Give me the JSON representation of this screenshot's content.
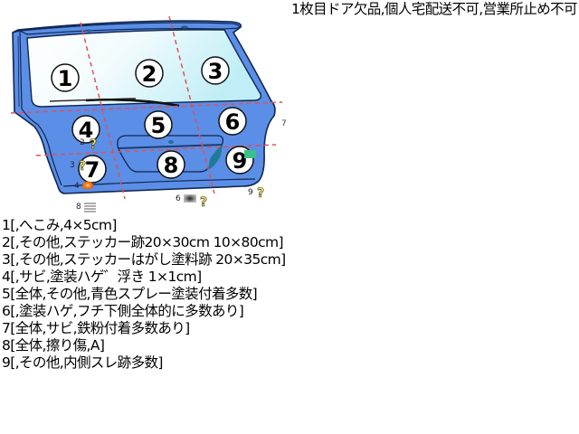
{
  "note": {
    "text": "1枚目ドア欠品,個人宅配送不可,営業所止め不可"
  },
  "diagram": {
    "panel_color": "#5b8ee6",
    "outline_color": "#10264f",
    "glass_color_left": "#ffffff",
    "glass_color_right": "#c9f1f7",
    "grid_line_color": "#e0505a",
    "zones": [
      {
        "number": "①",
        "label": "1"
      },
      {
        "number": "②",
        "label": "2"
      },
      {
        "number": "③",
        "label": "3"
      },
      {
        "number": "④",
        "label": "4"
      },
      {
        "number": "⑤",
        "label": "5"
      },
      {
        "number": "⑥",
        "label": "6"
      },
      {
        "number": "⑦",
        "label": "7"
      },
      {
        "number": "⑧",
        "label": "8"
      },
      {
        "number": "⑨",
        "label": "9"
      }
    ],
    "markers": [
      {
        "id": "2",
        "label": "2",
        "icon": "question-mark-icon"
      },
      {
        "id": "3",
        "label": "3",
        "icon": "question-mark-icon"
      },
      {
        "id": "4",
        "label": "4",
        "icon": "rust-spot-icon"
      },
      {
        "id": "6",
        "label": "6",
        "icon": "paint-chip-icon"
      },
      {
        "id": "7",
        "label": "7",
        "icon": "none"
      },
      {
        "id": "8",
        "label": "8",
        "icon": "scratch-lines-icon"
      },
      {
        "id": "9",
        "label": "9",
        "icon": "question-mark-icon"
      }
    ]
  },
  "damage_list": [
    "1[,へこみ,4×5cm]",
    "2[,その他,ステッカー跡20×30cm 10×80cm]",
    "3[,その他,ステッカーはがし塗料跡 20×35cm]",
    "4[,サビ,塗装ハゲ゛浮き 1×1cm]",
    "5[全体,その他,青色スプレー塗装付着多数]",
    "6[,塗装ハゲ,フチ下側全体的に多数あり]",
    "7[全体,サビ,鉄粉付着多数あり]",
    "8[全体,擦り傷,A]",
    "9[,その他,内側スレ跡多数]"
  ]
}
